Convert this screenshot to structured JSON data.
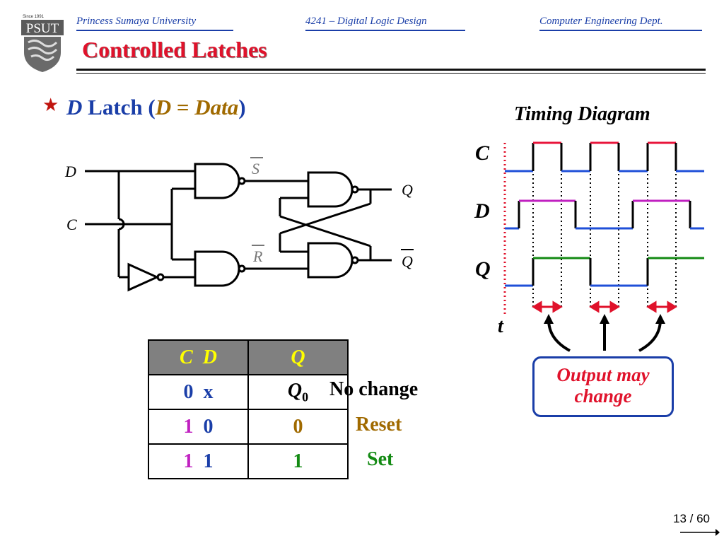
{
  "header": {
    "logo_text": "PSUT",
    "logo_since": "Since 1991",
    "university": "Princess Sumaya University",
    "course": "4241 – Digital Logic Design",
    "department": "Computer Engineering Dept."
  },
  "slide": {
    "title": "Controlled Latches",
    "bullet_symbol": "★",
    "heading_d": "D",
    "heading_latch": " Latch (",
    "heading_d2": "D",
    "heading_eq": " = ",
    "heading_data": "Data",
    "heading_close": ")"
  },
  "circuit": {
    "input_d": "D",
    "input_c": "C",
    "s_bar": "S",
    "r_bar": "R",
    "out_q": "Q",
    "out_qbar": "Q"
  },
  "timing": {
    "title": "Timing Diagram",
    "signal_c": "C",
    "signal_d": "D",
    "signal_q": "Q",
    "time_label": "t",
    "callout_line1": "Output may",
    "callout_line2": "change",
    "colors": {
      "low": "#1f4fd8",
      "c_high": "#e8153b",
      "d_high": "#c020c0",
      "q_high": "#138a13",
      "marker": "#e0122b"
    }
  },
  "truth_table": {
    "header": [
      "C  D",
      "Q"
    ],
    "rows": [
      {
        "c": "0",
        "d": "x",
        "q_main": "Q",
        "q_sub": "0",
        "desc": "No change"
      },
      {
        "c": "1",
        "d": "0",
        "q": "0",
        "desc": "Reset"
      },
      {
        "c": "1",
        "d": "1",
        "q": "1",
        "desc": "Set"
      }
    ],
    "colors": {
      "zero": "#1a3ea8",
      "one": "#c020c0",
      "reset": "#a06a00",
      "set": "#138a13"
    }
  },
  "footer": {
    "page": "13 / 60"
  }
}
